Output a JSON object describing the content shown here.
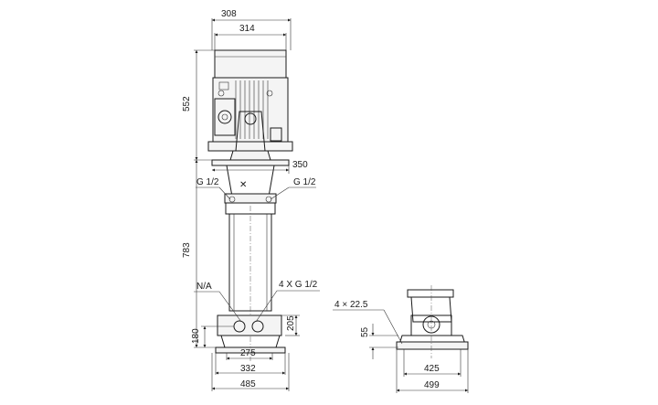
{
  "front_view": {
    "dims": {
      "motor_width_outer": "308",
      "motor_width_inner": "314",
      "motor_height": "552",
      "flange_width": "350",
      "total_height": "783",
      "inlet_height": "180",
      "port_height": "205",
      "base_width_inner": "275",
      "base_width_mid": "332",
      "base_width_outer": "485"
    },
    "labels": {
      "left_port": "G 1/2",
      "right_port": "G 1/2",
      "drain": "N/A",
      "plugs": "4 X G 1/2"
    }
  },
  "side_view": {
    "dims": {
      "holes": "4 × 22.5",
      "foot_height": "55",
      "base_inner": "425",
      "base_outer": "499"
    }
  },
  "colors": {
    "line": "#1a1a1a",
    "background": "#ffffff"
  }
}
